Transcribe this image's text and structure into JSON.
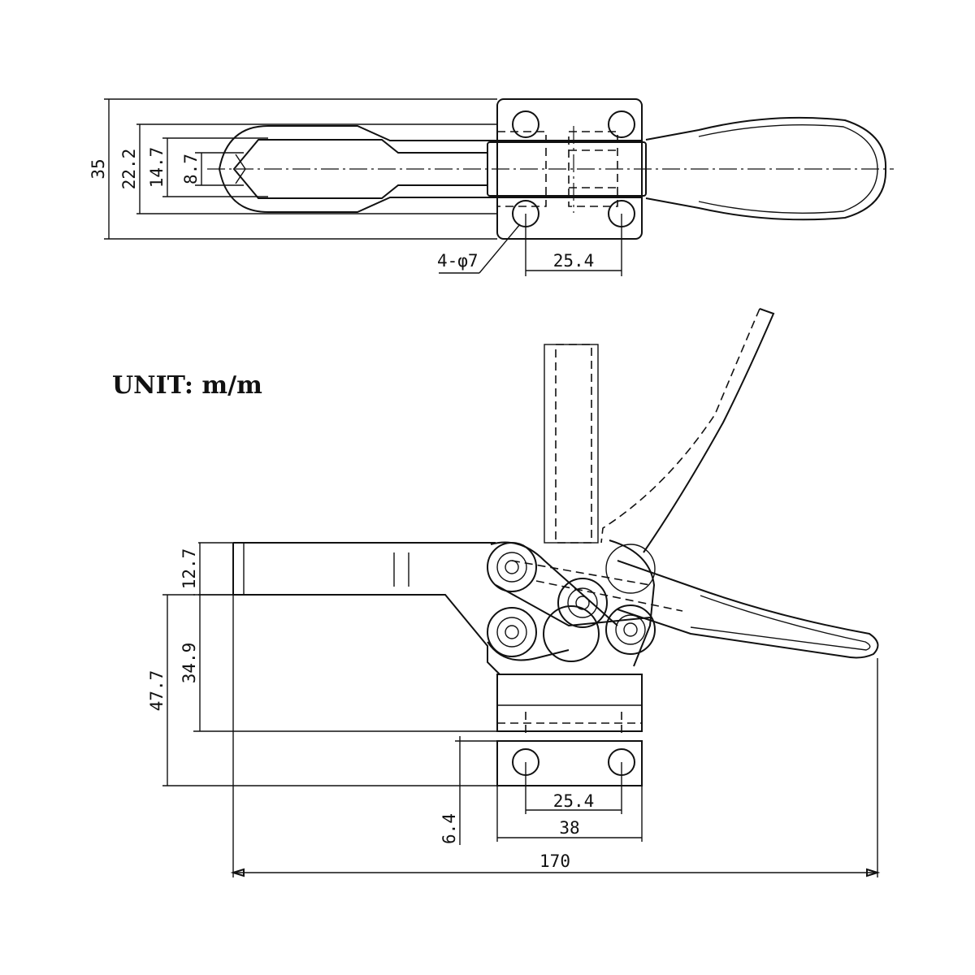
{
  "unit_label": "UNIT: m/m",
  "top_view": {
    "dimensions": {
      "overall_height": "35",
      "slot_outer": "22.2",
      "slot_mid": "14.7",
      "slot_inner": "8.7",
      "hole_callout": "4-φ7",
      "hole_spacing": "25.4"
    }
  },
  "side_view": {
    "dimensions": {
      "arm_thickness": "12.7",
      "arm_to_base": "34.9",
      "total_height": "47.7",
      "base_thickness": "6.4",
      "hole_spacing": "25.4",
      "base_width": "38",
      "overall_length": "170"
    }
  }
}
